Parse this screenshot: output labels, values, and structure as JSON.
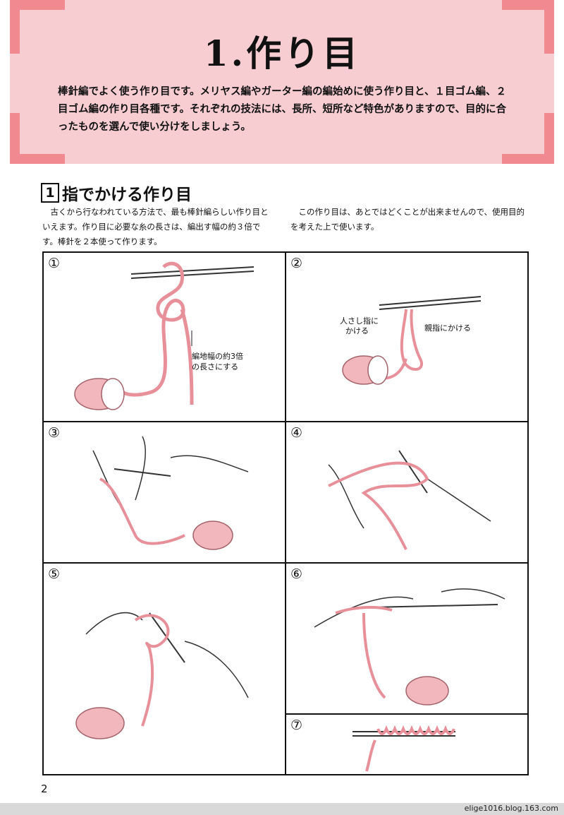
{
  "header": {
    "title": "1.作り目",
    "intro": "棒針編でよく使う作り目です。メリヤス編やガーター編の編始めに使う作り目と、１目ゴム編、２目ゴム編の作り目各種です。それぞれの技法には、長所、短所など特色がありますので、目的に合ったものを選んで使い分けをしましょう。"
  },
  "section": {
    "number": "1",
    "title": "指でかける作り目",
    "left_text": "古くから行なわれている方法で、最も棒針編らしい作り目といえます。作り目に必要な糸の長さは、編出す幅の約３倍です。棒針を２本使って作ります。",
    "right_text": "この作り目は、あとではどくことが出来ませんので、使用目的を考えた上で使います。"
  },
  "panels": [
    {
      "num": "①",
      "labels": [
        "編地幅の約3倍",
        "の長さにする"
      ]
    },
    {
      "num": "②",
      "labels": [
        "人さし指に",
        "かける",
        "親指にかける"
      ]
    },
    {
      "num": "③"
    },
    {
      "num": "④"
    },
    {
      "num": "⑤"
    },
    {
      "num": "⑥"
    },
    {
      "num": "⑦"
    }
  ],
  "page_number": "2",
  "watermark": "elige1016.blog.163.com",
  "colors": {
    "banner": "#f7cdd2",
    "corner": "#f08a90",
    "yarn": "#e8909a"
  }
}
